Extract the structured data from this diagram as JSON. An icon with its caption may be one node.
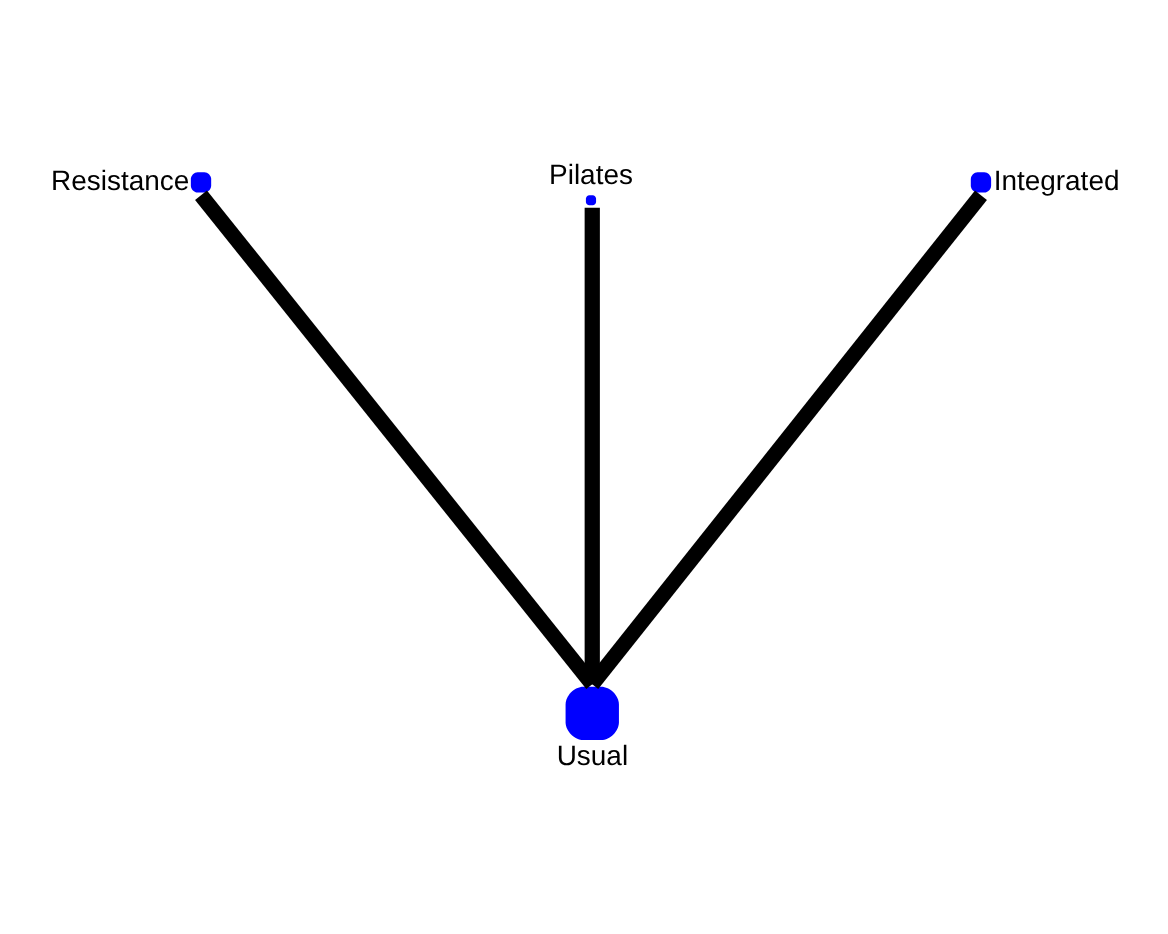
{
  "diagram": {
    "nodes": [
      {
        "text": [],
        "shape": "circle",
        "beside": [
          "Pilates"
        ]
      },
      {
        "text": [],
        "shape": "circle",
        "beside": [
          "Resistance"
        ]
      },
      {
        "text": [],
        "shape": "circle",
        "beside": [
          "Integrated"
        ]
      },
      {
        "text": [],
        "shape": "circle",
        "beside": [
          "Usual"
        ]
      }
    ],
    "edges": [
      {
        "from": 0,
        "to": 3,
        "arrow": "none"
      },
      {
        "from": 1,
        "to": 3,
        "arrow": "none"
      },
      {
        "from": 2,
        "to": 3,
        "arrow": "none"
      }
    ]
  }
}
